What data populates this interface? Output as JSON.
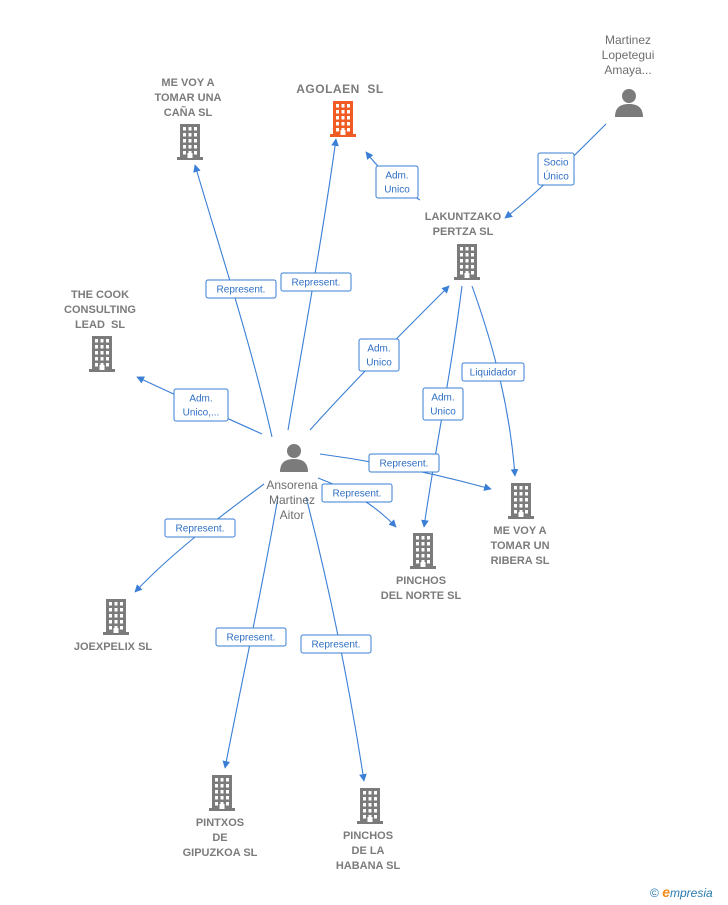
{
  "nodes": {
    "agolaen": {
      "lines": [
        "AGOLAEN  SL"
      ],
      "kind": "company-main"
    },
    "me_voy_cana": {
      "lines": [
        "ME VOY A",
        "TOMAR UNA",
        "CAÑA SL"
      ],
      "kind": "company"
    },
    "martinez": {
      "lines": [
        "Martinez",
        "Lopetegui",
        "Amaya..."
      ],
      "kind": "person"
    },
    "lakuntzako": {
      "lines": [
        "LAKUNTZAKO",
        "PERTZA SL"
      ],
      "kind": "company"
    },
    "the_cook": {
      "lines": [
        "THE COOK",
        "CONSULTING",
        "LEAD  SL"
      ],
      "kind": "company"
    },
    "ansorena": {
      "lines": [
        "Ansorena",
        "Martinez",
        "Aitor"
      ],
      "kind": "person"
    },
    "me_voy_ribera": {
      "lines": [
        "ME VOY A",
        "TOMAR UN",
        "RIBERA SL"
      ],
      "kind": "company"
    },
    "pinchos_norte": {
      "lines": [
        "PINCHOS",
        "DEL NORTE SL"
      ],
      "kind": "company"
    },
    "joexpelix": {
      "lines": [
        "JOEXPELIX SL"
      ],
      "kind": "company"
    },
    "pintxos_gipuzkoa": {
      "lines": [
        "PINTXOS",
        "DE",
        "GIPUZKOA SL"
      ],
      "kind": "company"
    },
    "pinchos_habana": {
      "lines": [
        "PINCHOS",
        "DE LA",
        "HABANA SL"
      ],
      "kind": "company"
    }
  },
  "edges": [
    {
      "id": "e1",
      "label": [
        "Represent."
      ]
    },
    {
      "id": "e2",
      "label": [
        "Represent."
      ]
    },
    {
      "id": "e3",
      "label": [
        "Adm.",
        "Unico"
      ]
    },
    {
      "id": "e4",
      "label": [
        "Socio",
        "Único"
      ]
    },
    {
      "id": "e5",
      "label": [
        "Adm.",
        "Unico,..."
      ]
    },
    {
      "id": "e6",
      "label": [
        "Adm.",
        "Unico"
      ]
    },
    {
      "id": "e7",
      "label": [
        "Adm.",
        "Unico"
      ]
    },
    {
      "id": "e8",
      "label": [
        "Liquidador"
      ]
    },
    {
      "id": "e9",
      "label": [
        "Represent."
      ]
    },
    {
      "id": "e10",
      "label": [
        "Represent."
      ]
    },
    {
      "id": "e11",
      "label": [
        "Represent."
      ]
    },
    {
      "id": "e12",
      "label": [
        "Represent."
      ]
    },
    {
      "id": "e13",
      "label": [
        "Represent."
      ]
    }
  ],
  "colors": {
    "edge": "#3a7fd5",
    "node": "#7b7b7b",
    "highlight": "#f05a23",
    "brand_orange": "#f08c1a",
    "brand_blue": "#2a7ab0"
  },
  "footer": {
    "copyright": "©",
    "brand_first": "e",
    "brand_rest": "mpresia"
  }
}
